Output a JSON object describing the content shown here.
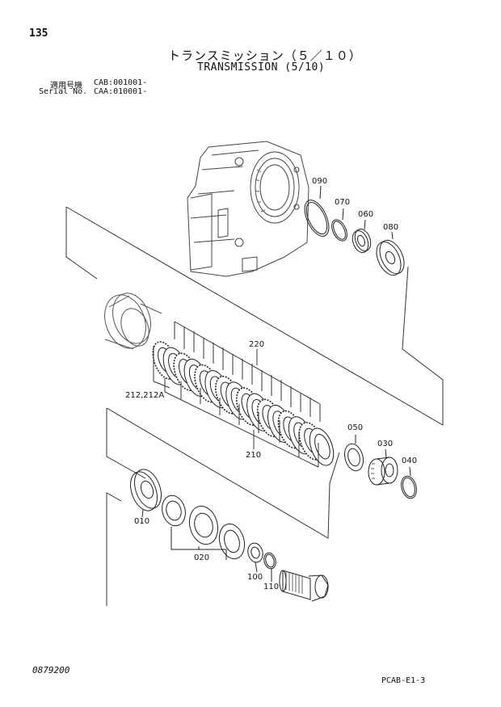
{
  "page_number": "135",
  "title_jp": "トランスミッション（５／１０）",
  "title_en": "TRANSMISSION (5/10)",
  "serial": {
    "jp_label": "適用号機",
    "jp_value": "CAB:001001-",
    "en_label": "Serial No.",
    "en_value": "CAA:010001-"
  },
  "parts": {
    "p090": "090",
    "p070": "070",
    "p060": "060",
    "p080": "080",
    "p220": "220",
    "p212": "212,212A",
    "p050": "050",
    "p030": "030",
    "p040": "040",
    "p210": "210",
    "p010": "010",
    "p020": "020",
    "p100": "100",
    "p110": "110"
  },
  "footer": {
    "doc_number": "0879200",
    "code": "PCAB-E1-3"
  }
}
